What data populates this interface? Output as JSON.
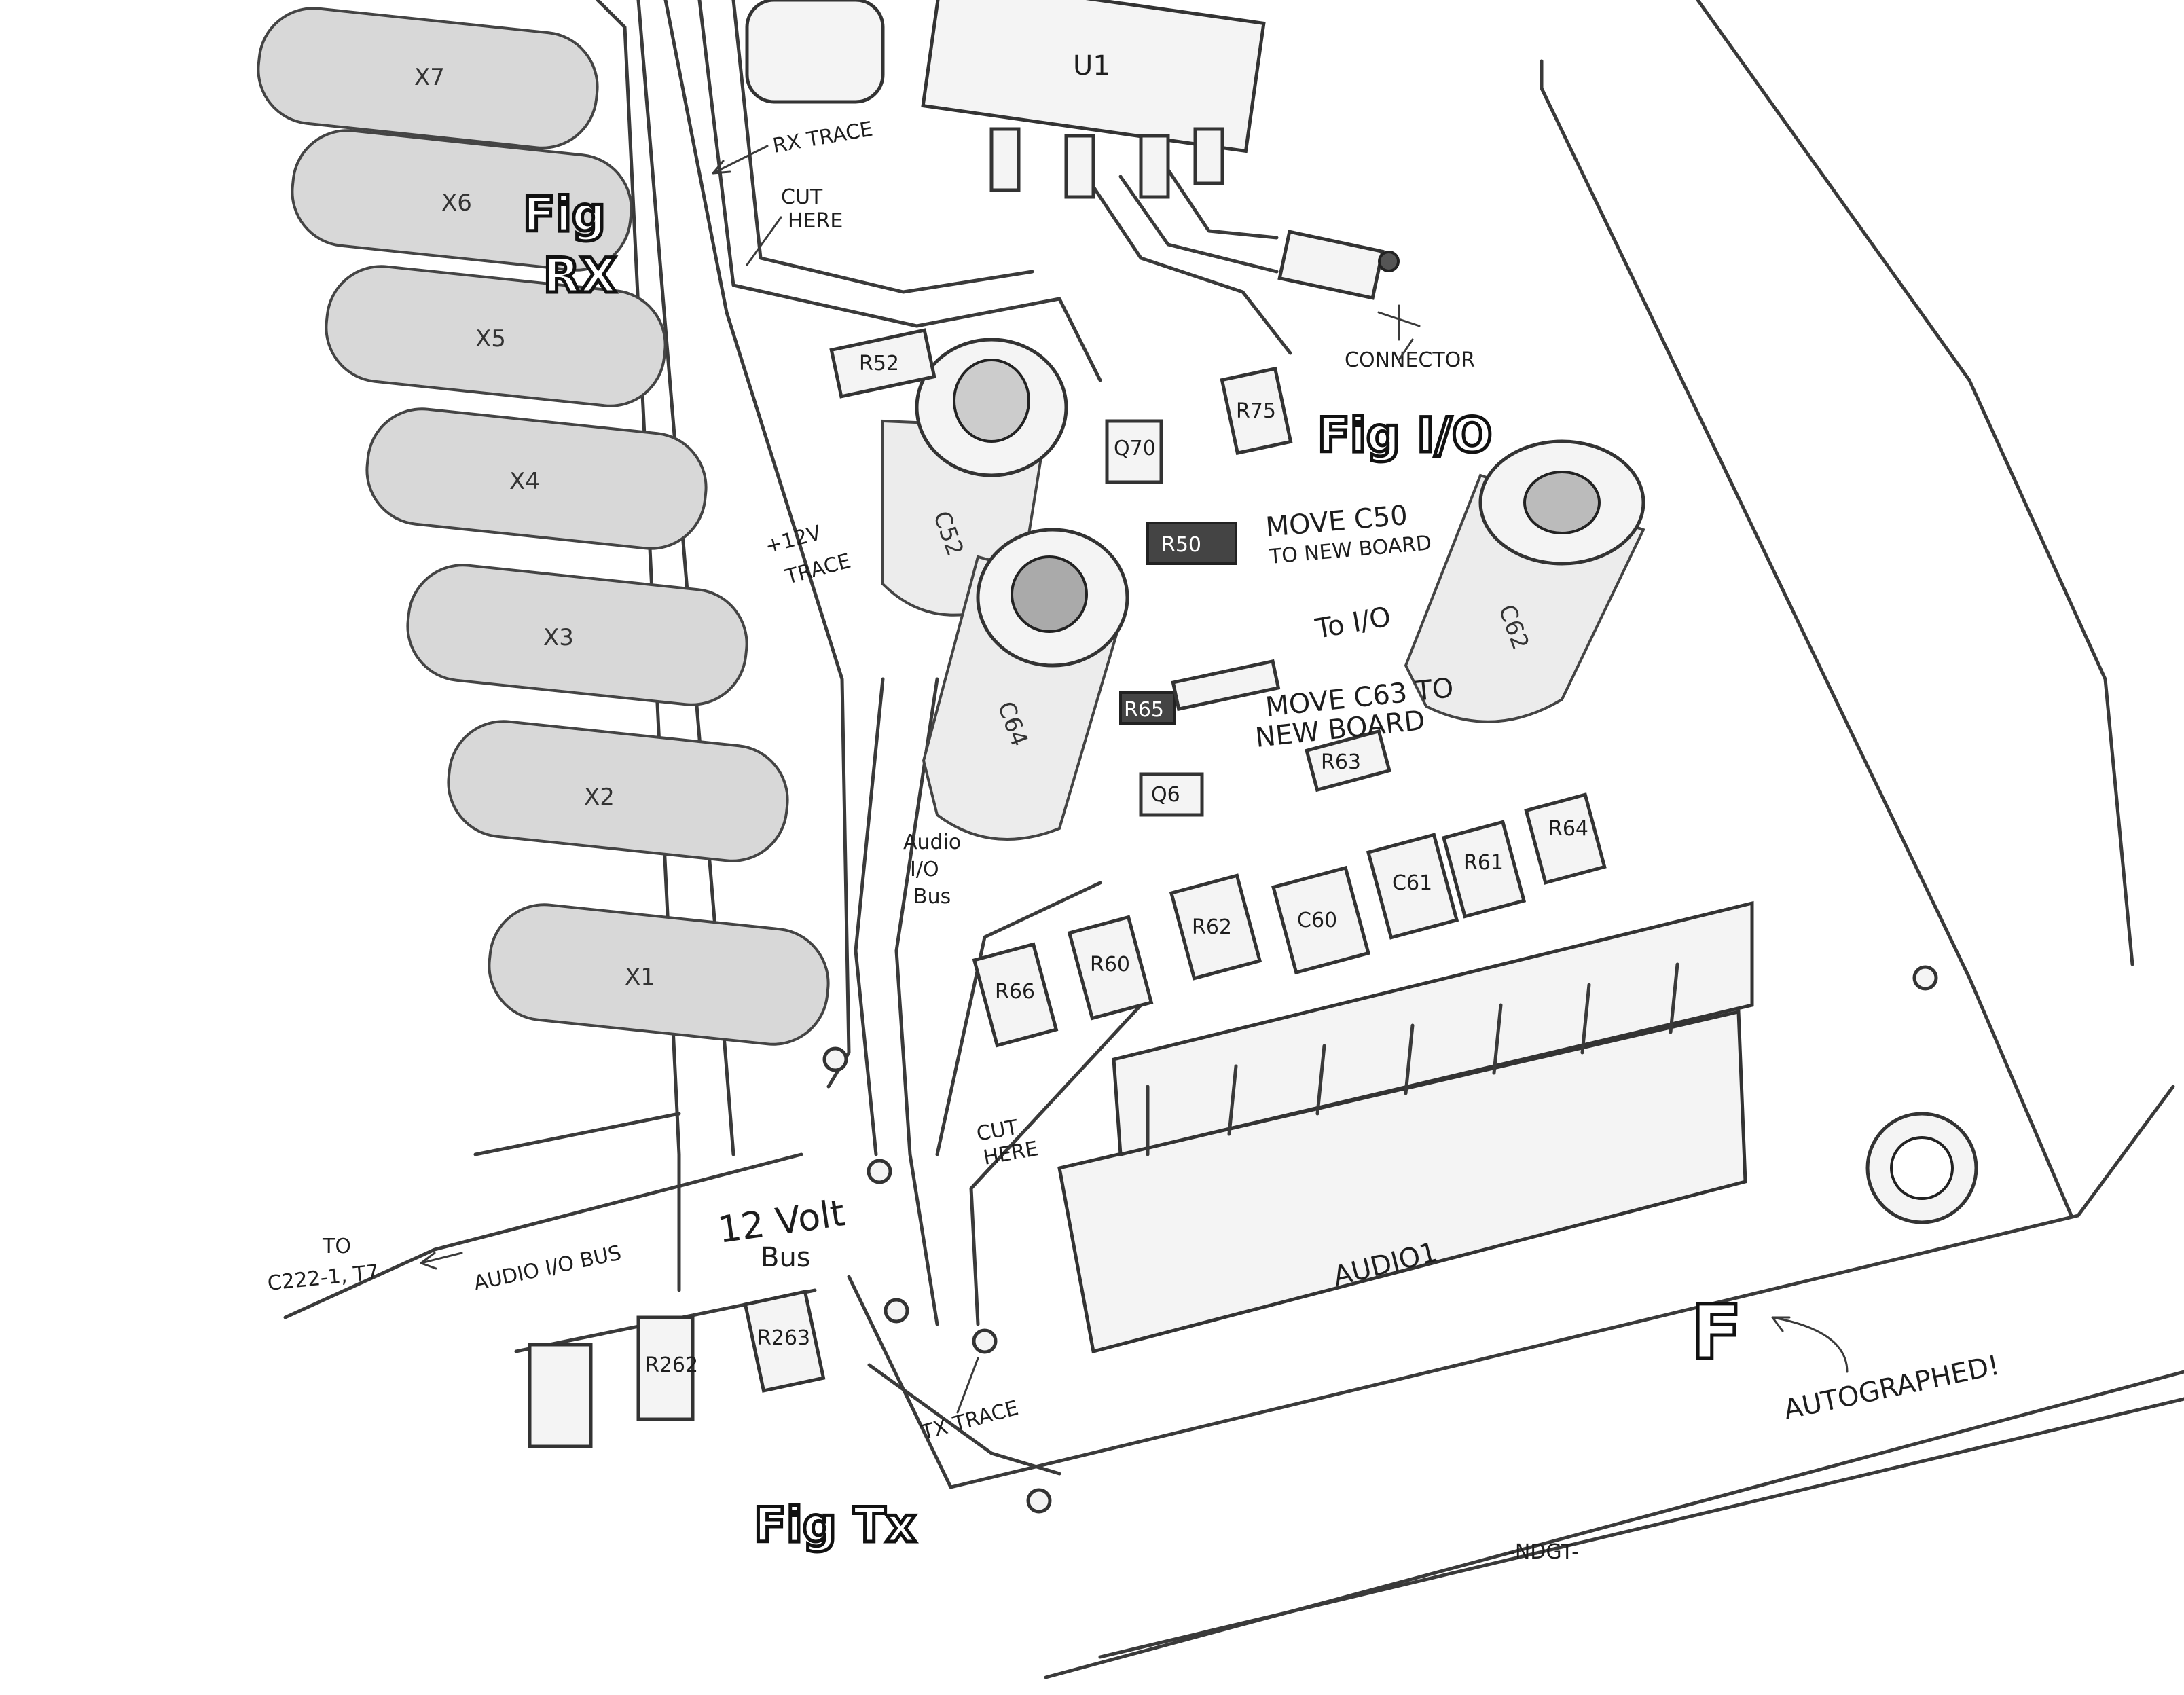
{
  "title": "Pencil sketch of circuit board modifications",
  "figures": {
    "rx": [
      "Fig",
      "RX"
    ],
    "io": "Fig I/O",
    "tx": "Fig Tx"
  },
  "crystals": [
    "X7",
    "X6",
    "X5",
    "X4",
    "X3",
    "X2",
    "X1"
  ],
  "components": {
    "u1": "U1",
    "r52": "R52",
    "c52": "C52",
    "q70": "Q70",
    "r50": "R50",
    "r75": "R75",
    "c62": "C62",
    "c64": "C64",
    "r65": "R65",
    "r63": "R63",
    "q6": "Q6",
    "r64": "R64",
    "r61": "R61",
    "c61": "C61",
    "c60": "C60",
    "r62": "R62",
    "r60": "R60",
    "r66": "R66",
    "r262": "R262",
    "r263": "R263",
    "audio1": "AUDIO1"
  },
  "annotations": {
    "rx_trace": "RX TRACE",
    "cut_here_top": [
      "CUT",
      "HERE"
    ],
    "connector": "CONNECTOR",
    "move_c50": [
      "MOVE C50",
      "TO NEW BOARD"
    ],
    "plus12v_trace": [
      "+12V",
      "TRACE"
    ],
    "to_io": "To I/O",
    "move_c63": [
      "MOVE C63 TO",
      "NEW BOARD"
    ],
    "audio_io_bus_vertical": [
      "Audio",
      "I/O",
      "Bus"
    ],
    "twelve_volt_bus": [
      "12 Volt",
      "Bus"
    ],
    "cut_here_bottom": [
      "CUT",
      "HERE"
    ],
    "to_c222": [
      "TO",
      "C222-1, T7"
    ],
    "audio_io_bus": "AUDIO I/O BUS",
    "tx_trace": "TX TRACE",
    "autographed": "AUTOGRAPHED!",
    "f_mark": "F",
    "signature": "-NDGT-"
  }
}
